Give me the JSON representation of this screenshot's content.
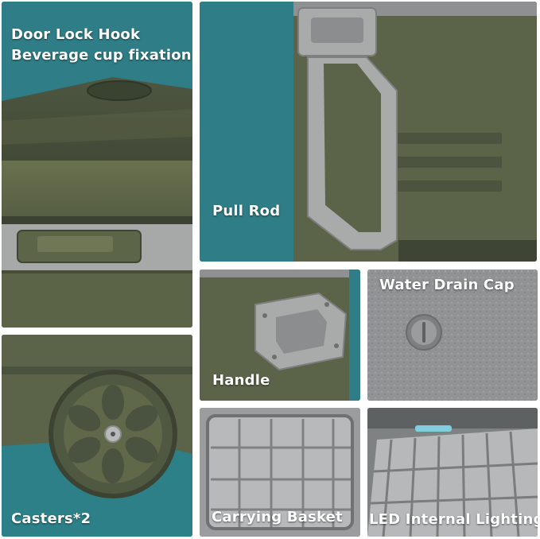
{
  "panels": {
    "door_lock": {
      "line1": "Door Lock Hook",
      "line2": "Beverage cup fixation"
    },
    "pull_rod": {
      "label": "Pull Rod"
    },
    "handle": {
      "label": "Handle"
    },
    "drain_cap": {
      "label": "Water Drain Cap"
    },
    "casters": {
      "label": "Casters*2"
    },
    "basket": {
      "label": "Carrying Basket"
    },
    "led": {
      "label": "LED Internal Lighting"
    }
  },
  "colors": {
    "backdrop_teal": "#2f7d86",
    "body_olive": "#5b6448",
    "accent_gray": "#a9abab",
    "label_text": "#ffffff"
  }
}
